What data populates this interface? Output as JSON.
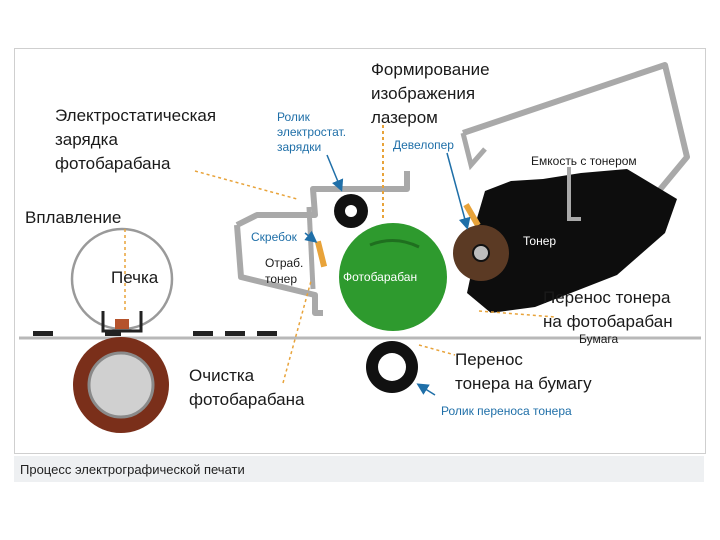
{
  "labels": {
    "electrostatic_charge": [
      "Электростатическая",
      "зарядка",
      "фотобарабана"
    ],
    "laser_imaging": [
      "Формирование",
      "изображения",
      "лазером"
    ],
    "charge_roller": [
      "Ролик",
      "электростат.",
      "зарядки"
    ],
    "developer": "Девелопер",
    "toner_container": "Емкость с тонером",
    "toner": "Тонер",
    "fusing": "Вплавление",
    "oven": "Печка",
    "scraper": "Скребок",
    "waste_toner": [
      "Отраб.",
      "тонер"
    ],
    "drum": "Фотобарабан",
    "transfer_to_drum": [
      "Перенос тонера",
      "на фотобарабан"
    ],
    "paper": "Бумага",
    "drum_cleaning": [
      "Очистка",
      "фотобарабана"
    ],
    "transfer_to_paper": [
      "Перенос",
      "тонера на бумагу"
    ],
    "transfer_roller": "Ролик переноса тонера"
  },
  "caption": "Процесс электрографической печати",
  "colors": {
    "drum": "#2e9a2e",
    "developer_roller": "#5b3a24",
    "fuser_roller": "#7a2f1a",
    "toner": "#0d0d0d",
    "housing": "#a9a9a9",
    "label_blue": "#1f6fa8",
    "leader_line": "#e8a33a"
  }
}
